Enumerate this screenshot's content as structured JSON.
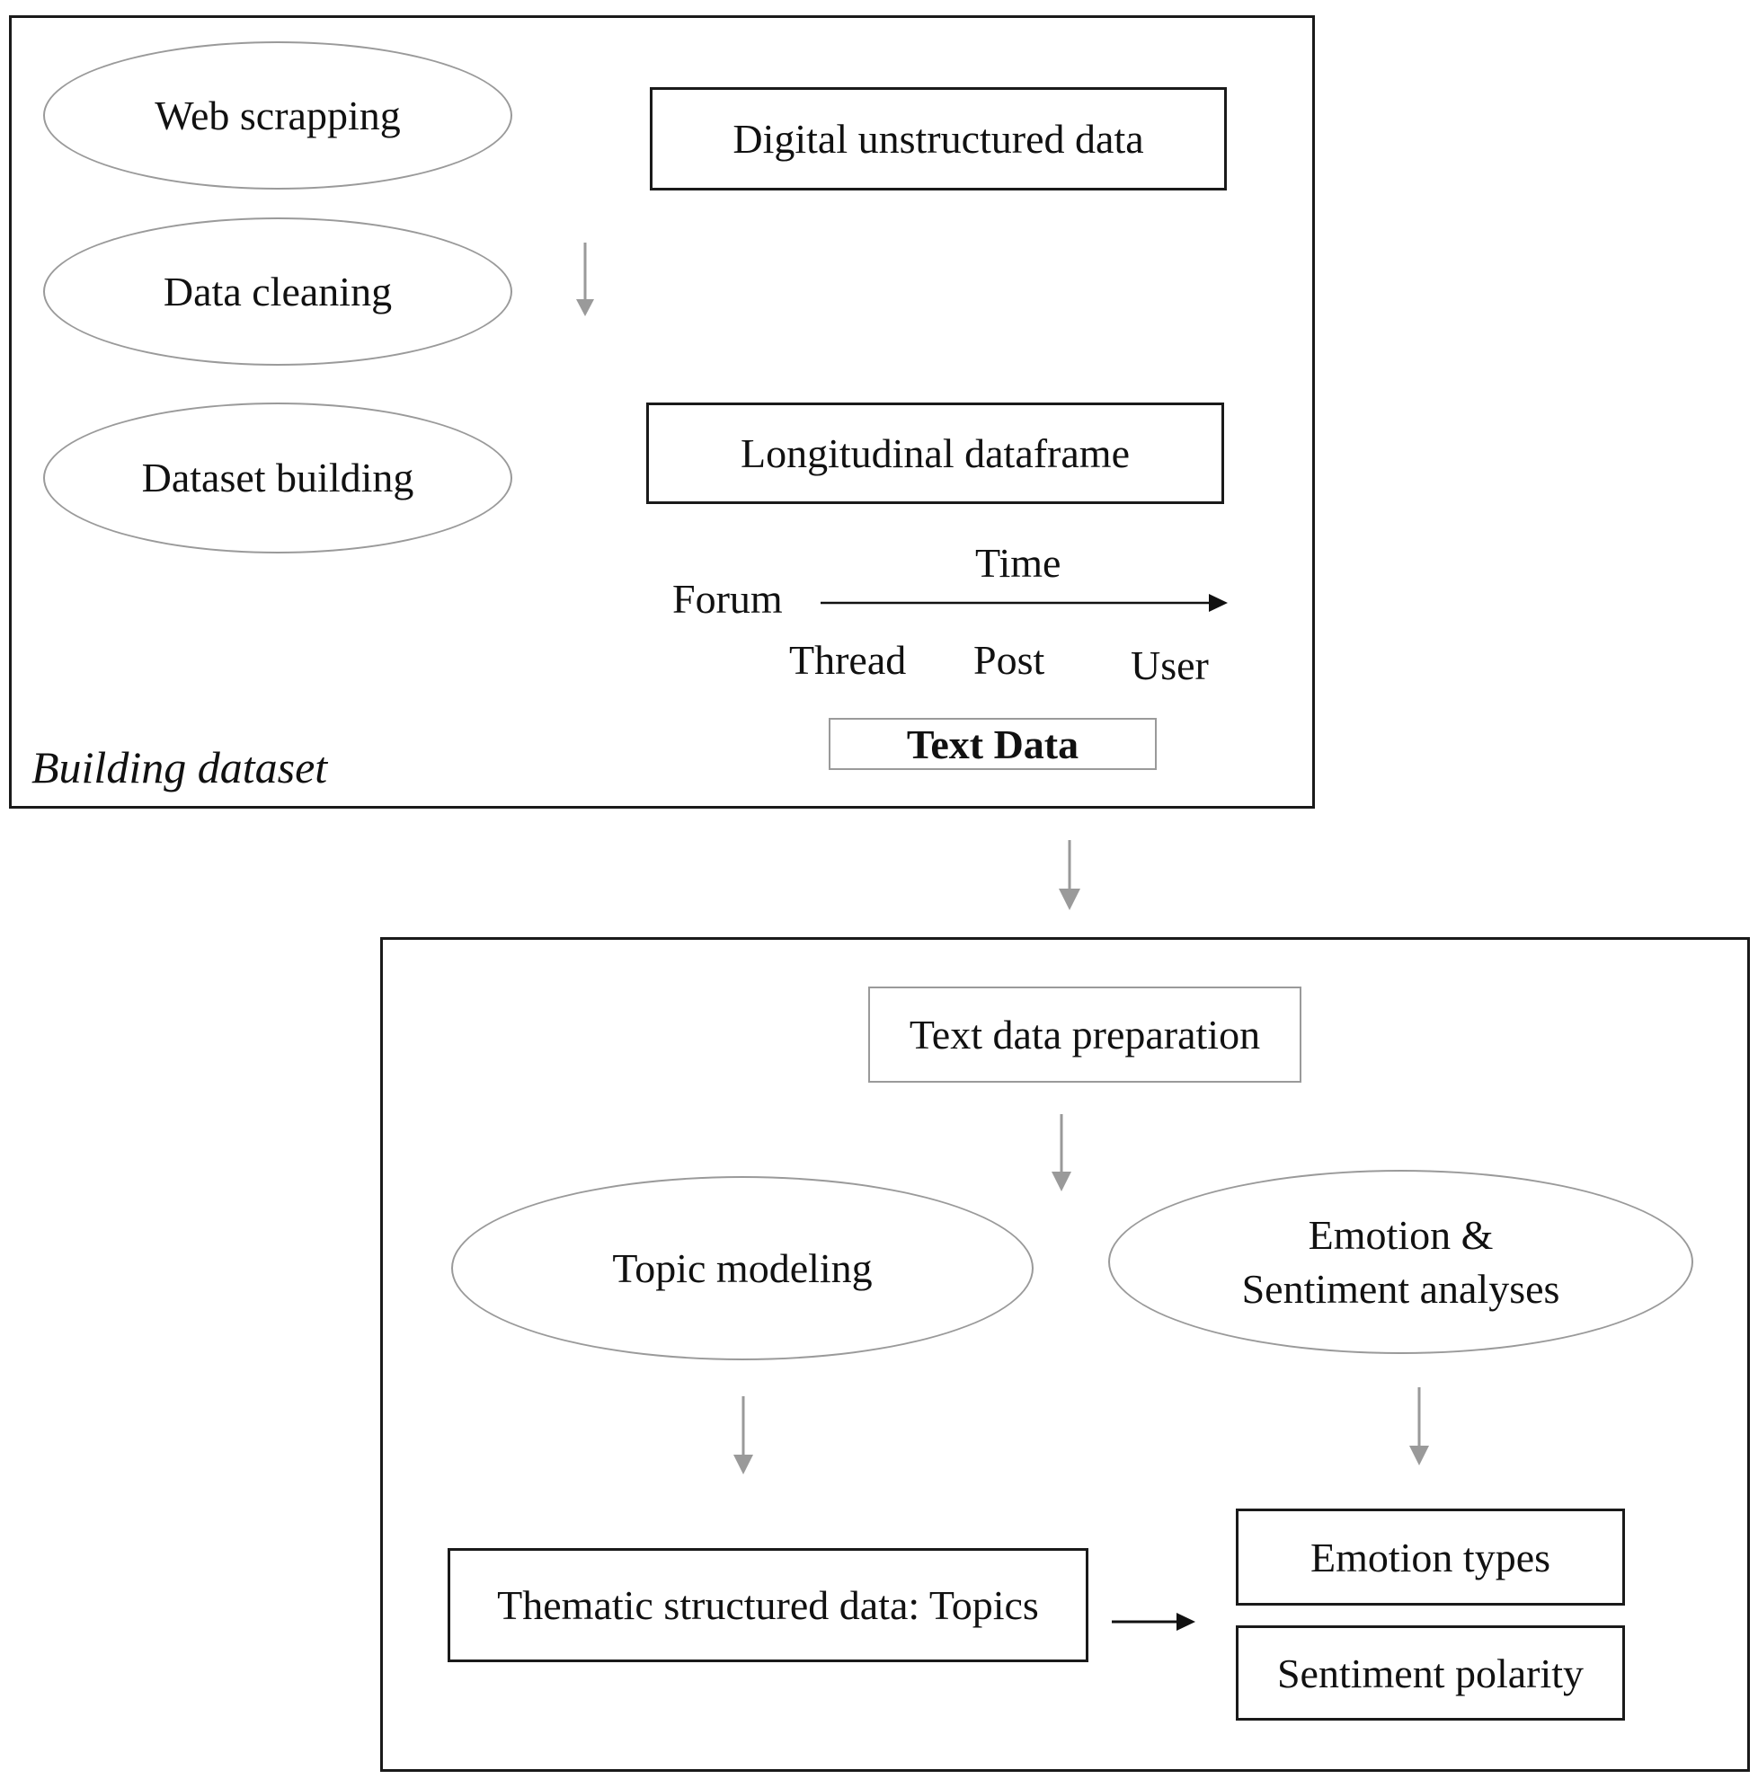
{
  "building_panel": {
    "caption": "Building dataset",
    "steps": [
      "Web scrapping",
      "Data cleaning",
      "Dataset building"
    ],
    "digital_box": "Digital unstructured data",
    "longitudinal_box": "Longitudinal dataframe",
    "time_label": "Time",
    "forum_label": "Forum",
    "thread_label": "Thread",
    "post_label": "Post",
    "user_label": "User",
    "text_data_box": "Text Data"
  },
  "analysis_panel": {
    "prep_box": "Text data preparation",
    "topic_ellipse": "Topic modeling",
    "emotion_ellipse_line1": "Emotion &",
    "emotion_ellipse_line2": "Sentiment analyses",
    "thematic_box": "Thematic structured data: Topics",
    "emotion_types_box": "Emotion types",
    "sentiment_polarity_box": "Sentiment polarity"
  },
  "colors": {
    "dark_border": "#1a1a1a",
    "grey_border": "#9a9a9a",
    "grey_arrow": "#9a9a9a",
    "dark_arrow": "#111111"
  }
}
